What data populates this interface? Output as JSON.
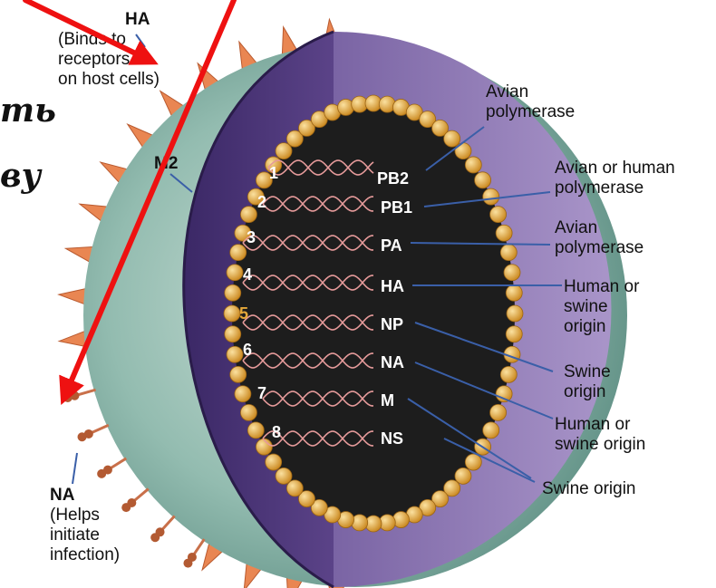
{
  "surface_labels": {
    "ha_title": "HA",
    "ha_desc": [
      "(Binds to",
      "receptors",
      "on host cells)"
    ],
    "m2": "M2",
    "na_title": "NA",
    "na_desc": [
      "(Helps",
      "initiate",
      "infection)"
    ]
  },
  "handwriting": [
    "ть",
    "ву"
  ],
  "segments": [
    {
      "num": "1",
      "name": "PB2"
    },
    {
      "num": "2",
      "name": "PB1"
    },
    {
      "num": "3",
      "name": "PA"
    },
    {
      "num": "4",
      "name": "HA"
    },
    {
      "num": "5",
      "name": "NP"
    },
    {
      "num": "6",
      "name": "NA"
    },
    {
      "num": "7",
      "name": "M"
    },
    {
      "num": "8",
      "name": "NS"
    }
  ],
  "origin_labels": [
    {
      "lines": [
        "Avian",
        "polymerase"
      ]
    },
    {
      "lines": [
        "Avian or human",
        "polymerase"
      ]
    },
    {
      "lines": [
        "Avian",
        "polymerase"
      ]
    },
    {
      "lines": [
        "Human or",
        "swine",
        "origin"
      ]
    },
    {
      "lines": [
        "Swine",
        "origin"
      ]
    },
    {
      "lines": [
        "Human or",
        "swine origin"
      ]
    },
    {
      "lines": [
        "Swine origin"
      ]
    }
  ],
  "colors": {
    "envelope": "#8fb9ac",
    "membrane": "#4b3477",
    "membrane_light": "#8a74b0",
    "core": "#1d1d1d",
    "bead": "#e5a83a",
    "spike": "#e98652",
    "rna": "#e59a9a",
    "leader": "#3a5fa8",
    "arrow": "#ee1111"
  }
}
